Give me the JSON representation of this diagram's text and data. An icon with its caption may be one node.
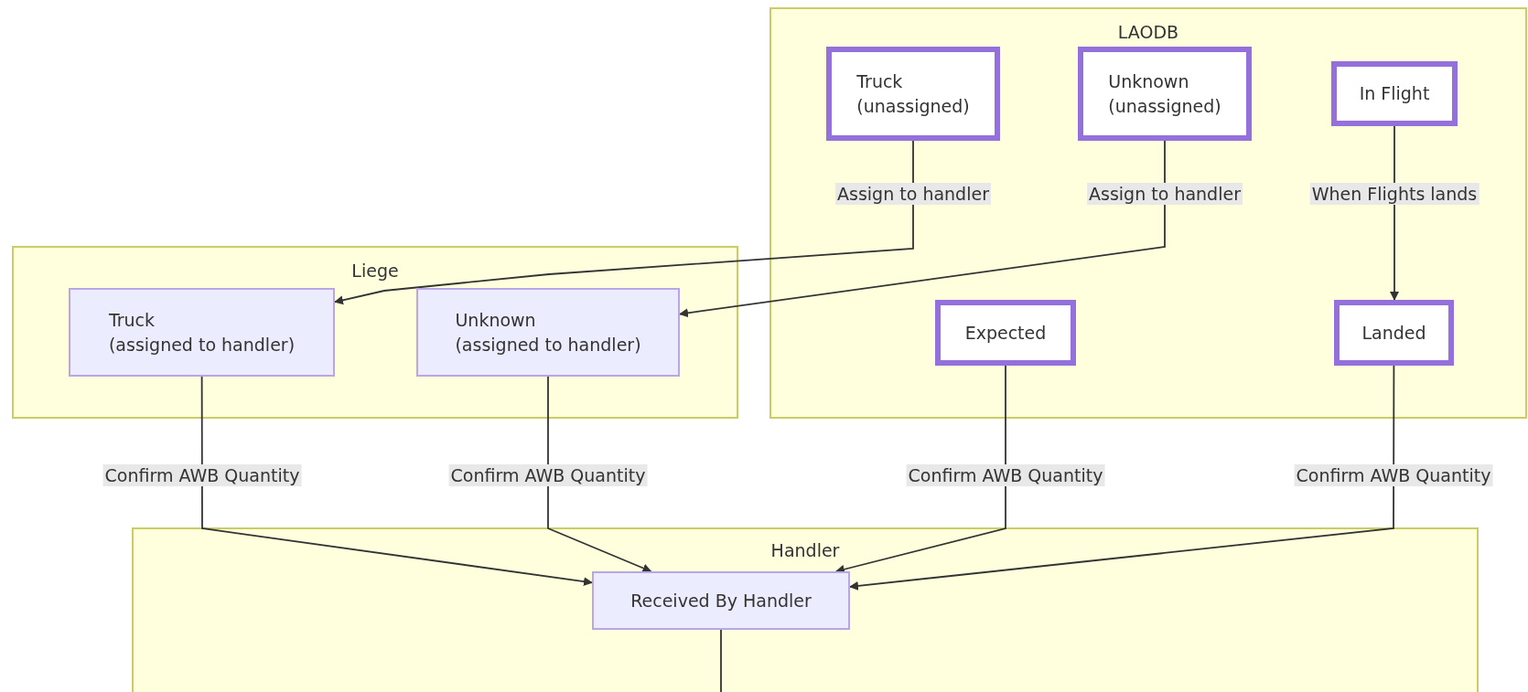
{
  "diagram": {
    "nodes": [
      {
        "text": [
          "LAODB"
        ]
      },
      {
        "text": [
          "Truck (unassigned)"
        ],
        "in": 0
      },
      {
        "text": [
          "Unknown (unassigned)"
        ],
        "in": 0
      },
      {
        "text": [
          "In Flight"
        ],
        "in": 0
      },
      {
        "text": [
          "Expected"
        ],
        "in": 0
      },
      {
        "text": [
          "Landed"
        ],
        "in": 0
      },
      {
        "text": [
          "Liege"
        ]
      },
      {
        "text": [
          "Truck (assigned to handler)"
        ],
        "in": 6
      },
      {
        "text": [
          "Unknown (assigned to handler)"
        ],
        "in": 6
      },
      {
        "text": [
          "Handler"
        ]
      },
      {
        "text": [
          "Received By Handler"
        ],
        "in": 9
      }
    ],
    "edges": [
      {
        "from": 1,
        "to": 7,
        "arrow": "to",
        "label": "Assign to handler"
      },
      {
        "from": 2,
        "to": 8,
        "arrow": "to",
        "label": "Assign to handler"
      },
      {
        "from": 3,
        "to": 5,
        "arrow": "to",
        "label": "When Flights lands"
      },
      {
        "from": 7,
        "to": 10,
        "arrow": "to",
        "label": "Confirm AWB Quantity"
      },
      {
        "from": 8,
        "to": 10,
        "arrow": "to",
        "label": "Confirm AWB Quantity"
      },
      {
        "from": 4,
        "to": 10,
        "arrow": "to",
        "label": "Confirm AWB Quantity"
      },
      {
        "from": 5,
        "to": 10,
        "arrow": "to",
        "label": "Confirm AWB Quantity"
      },
      {
        "from": 10,
        "to": null,
        "arrow": "none"
      }
    ]
  }
}
